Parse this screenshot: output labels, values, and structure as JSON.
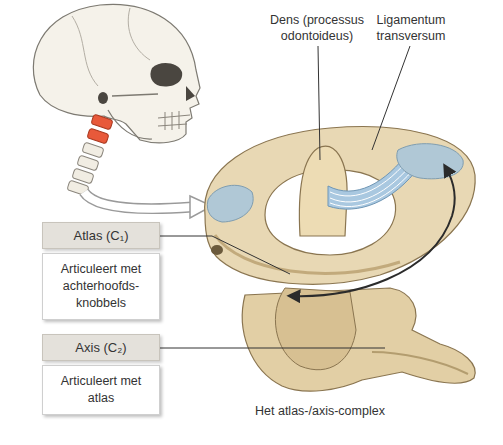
{
  "diagram": {
    "caption": "Het atlas-/axis-complex",
    "nodes": [
      {
        "text": [
          "Atlas (C₁)",
          "Articuleert met achterhoofds-knobbels"
        ]
      },
      {
        "text": [
          "Axis (C₂)",
          "Articuleert met atlas"
        ]
      }
    ],
    "labels": [
      "Dens (processus odontoideus)",
      "Ligamentum transversum"
    ]
  }
}
